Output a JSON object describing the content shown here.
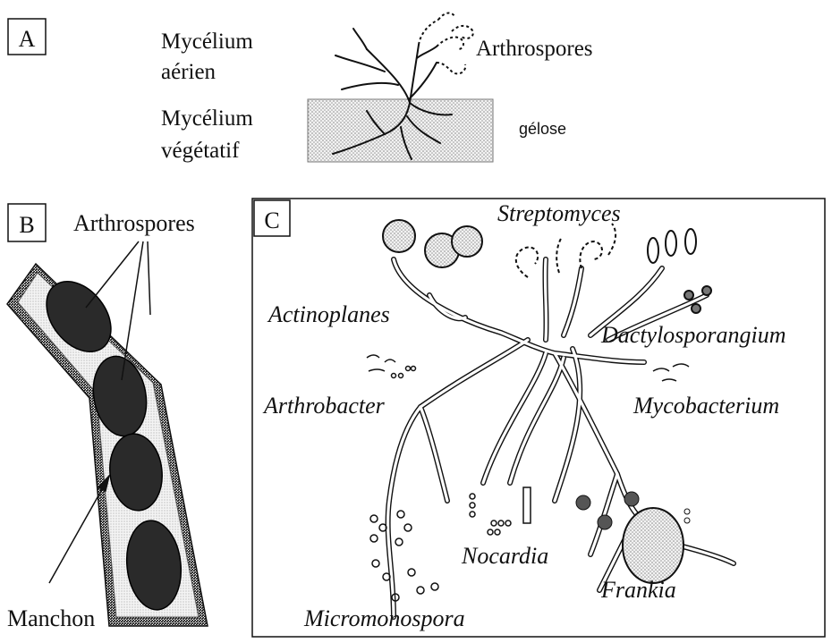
{
  "panels": {
    "a": {
      "letter": "A",
      "aerial_line1": "Mycélium",
      "aerial_line2": "aérien",
      "veg_line1": "Mycélium",
      "veg_line2": "végétatif",
      "spores": "Arthrospores",
      "agar": "gélose"
    },
    "b": {
      "letter": "B",
      "spores": "Arthrospores",
      "sheath": "Manchon"
    },
    "c": {
      "letter": "C",
      "genera": {
        "streptomyces": "Streptomyces",
        "actinoplanes": "Actinoplanes",
        "dactylosporangium": "Dactylosporangium",
        "arthrobacter": "Arthrobacter",
        "mycobacterium": "Mycobacterium",
        "nocardia": "Nocardia",
        "frankia": "Frankia",
        "micromonospora": "Micromonospora"
      }
    }
  },
  "colors": {
    "ink": "#111111",
    "spore_fill": "#2a2a2a",
    "stipple": "#bdbdbd",
    "sheath_fill": "#e6e6e6"
  }
}
